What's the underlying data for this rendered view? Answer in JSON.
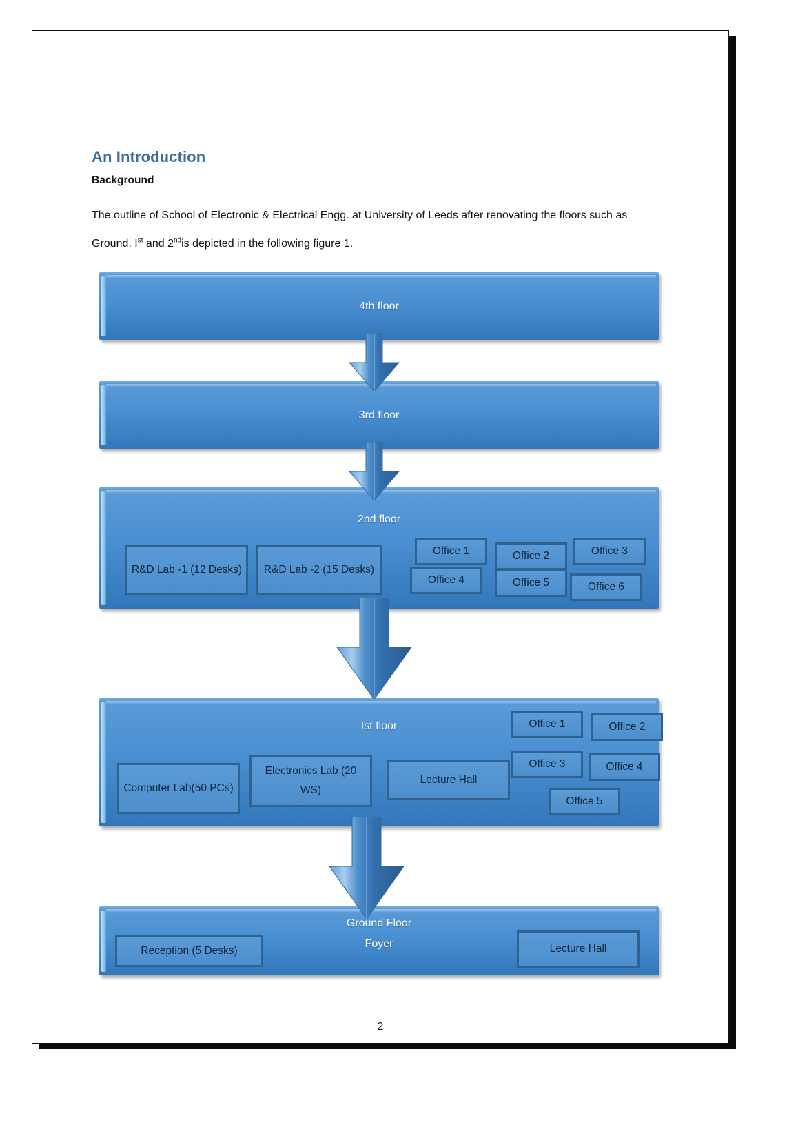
{
  "document": {
    "heading": "An Introduction",
    "subheading": "Background",
    "paragraph_part1": "The outline of School of Electronic & Electrical Engg.  at University of Leeds after renovating the floors such as Ground, I",
    "paragraph_sup1": "st",
    "paragraph_part2": " and 2",
    "paragraph_sup2": "nd",
    "paragraph_part3": "is depicted in the following figure 1.",
    "page_number": "2"
  },
  "colors": {
    "heading_blue": "#3f6d9e",
    "floor_fill": "#4a90d2",
    "room_fill": "#5a9bd6",
    "room_border": "#2f628f",
    "arrow_fill": "#3b7fc0",
    "text_dark": "#10263c"
  },
  "diagram": {
    "floors": [
      {
        "id": "floor-4",
        "label": "4th floor",
        "rooms": []
      },
      {
        "id": "floor-3",
        "label": "3rd floor",
        "rooms": []
      },
      {
        "id": "floor-2",
        "label": "2nd floor",
        "rooms": [
          {
            "id": "rd-lab-1",
            "label": "R&D Lab -1 (12 Desks)"
          },
          {
            "id": "rd-lab-2",
            "label": "R&D Lab -2 (15 Desks)"
          },
          {
            "id": "office-1",
            "label": "Office 1"
          },
          {
            "id": "office-2",
            "label": "Office 2"
          },
          {
            "id": "office-3",
            "label": "Office 3"
          },
          {
            "id": "office-4",
            "label": "Office 4"
          },
          {
            "id": "office-5",
            "label": "Office 5"
          },
          {
            "id": "office-6",
            "label": "Office 6"
          }
        ]
      },
      {
        "id": "floor-1",
        "label": "Ist floor",
        "rooms": [
          {
            "id": "computer-lab",
            "label": "Computer Lab(50 PCs)"
          },
          {
            "id": "electronics-lab",
            "label": "Electronics Lab (20 WS)"
          },
          {
            "id": "lecture-hall",
            "label": "Lecture Hall"
          },
          {
            "id": "office-1",
            "label": "Office 1"
          },
          {
            "id": "office-2",
            "label": "Office 2"
          },
          {
            "id": "office-3",
            "label": "Office 3"
          },
          {
            "id": "office-4",
            "label": "Office 4"
          },
          {
            "id": "office-5",
            "label": "Office 5"
          }
        ]
      },
      {
        "id": "floor-ground",
        "label": "Ground Floor",
        "sublabel": "Foyer",
        "rooms": [
          {
            "id": "reception",
            "label": "Reception (5 Desks)"
          },
          {
            "id": "lecture-hall",
            "label": "Lecture Hall"
          }
        ]
      }
    ],
    "connectors": [
      {
        "id": "arrow-4-to-3",
        "direction": "down"
      },
      {
        "id": "arrow-3-to-2",
        "direction": "down"
      },
      {
        "id": "arrow-2-to-1",
        "direction": "down"
      },
      {
        "id": "arrow-1-to-ground",
        "direction": "down"
      }
    ]
  }
}
